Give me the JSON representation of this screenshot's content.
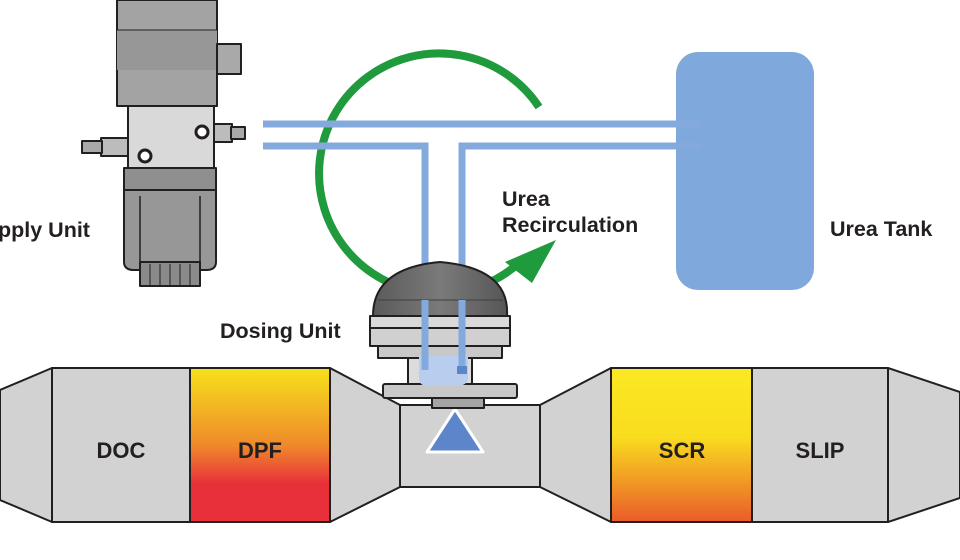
{
  "labels": {
    "supply_unit": "pply Unit",
    "urea_recirculation_line1": "Urea",
    "urea_recirculation_line2": "Recirculation",
    "urea_tank": "Urea Tank",
    "dosing_unit": "Dosing Unit"
  },
  "exhaust": {
    "doc": "DOC",
    "dpf": "DPF",
    "scr": "SCR",
    "slip": "SLIP"
  },
  "colors": {
    "urea_line": "#84a9dc",
    "urea_tank": "#7fa8dc",
    "recirculation_arrow": "#1f9a3c",
    "housing_gray": "#d2d2d2",
    "outline": "#231f20",
    "dpf_top": "#f7e21a",
    "dpf_bottom": "#e8303a",
    "scr_top": "#fbe922",
    "scr_bottom": "#ea5b2a",
    "injector": "#5c86c9"
  }
}
